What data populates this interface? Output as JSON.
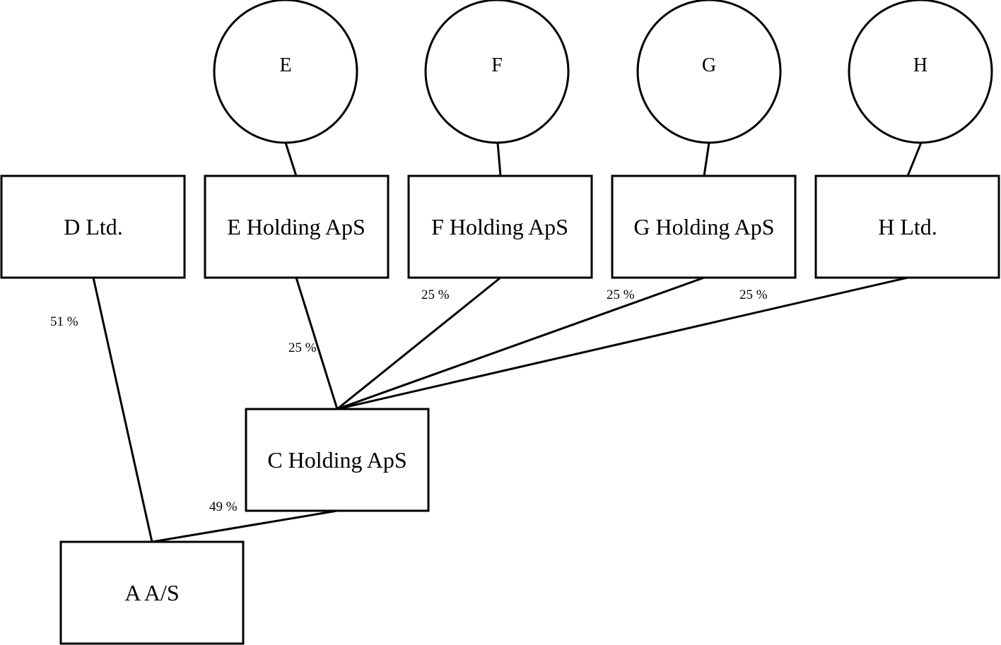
{
  "persons": {
    "e": "E",
    "f": "F",
    "g": "G",
    "h": "H"
  },
  "companies": {
    "d_ltd": "D Ltd.",
    "e_holding": "E Holding ApS",
    "f_holding": "F Holding ApS",
    "g_holding": "G Holding ApS",
    "h_ltd": "H Ltd.",
    "c_holding": "C Holding ApS",
    "a_as": "A A/S"
  },
  "ownership": {
    "d_to_a": "51 %",
    "e_to_c": "25 %",
    "f_to_c": "25 %",
    "g_to_c": "25 %",
    "h_to_c": "25 %",
    "c_to_a": "49 %"
  }
}
